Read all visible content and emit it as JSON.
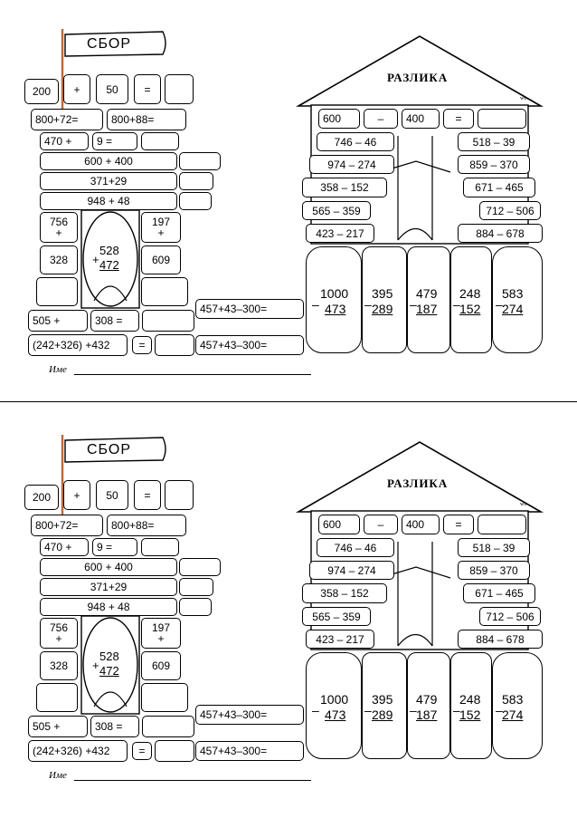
{
  "flag": {
    "title": "СБОР"
  },
  "house": {
    "title": "РАЗЛИКА",
    "mark": "wb"
  },
  "name_label": "Име",
  "tower": {
    "top_row": [
      "200",
      "+",
      "50",
      "="
    ],
    "row1": [
      "800+72=",
      "800+88="
    ],
    "row2": [
      "470 +",
      "9  ="
    ],
    "row3": "600 + 400",
    "row4": "371+29",
    "row5": "948 + 48",
    "left_col": [
      "756",
      "+",
      "328"
    ],
    "right_col": [
      "197",
      "+",
      "609"
    ],
    "center": {
      "a": "528",
      "op": "+",
      "b": "472"
    },
    "bottom1": [
      "505 +",
      "308 ="
    ],
    "bottom2": [
      "(242+326) +432",
      "="
    ]
  },
  "bridge": [
    "457+43–300=",
    "457+43–300="
  ],
  "building": {
    "row0": [
      "600",
      "–",
      "400",
      "="
    ],
    "rows": [
      [
        "746 – 46",
        "518 – 39"
      ],
      [
        "974 – 274",
        "859 – 370"
      ],
      [
        "358 – 152",
        "671 – 465"
      ],
      [
        "565 – 359",
        "712 – 506"
      ],
      [
        "423 – 217",
        "884 – 678"
      ]
    ],
    "columns": [
      {
        "top": "1000",
        "bottom": "473",
        "op": "–"
      },
      {
        "top": "395",
        "bottom": "289",
        "op": "–"
      },
      {
        "top": "479",
        "bottom": "187",
        "op": "–"
      },
      {
        "top": "248",
        "bottom": "152",
        "op": "–"
      },
      {
        "top": "583",
        "bottom": "274",
        "op": "–"
      }
    ]
  }
}
